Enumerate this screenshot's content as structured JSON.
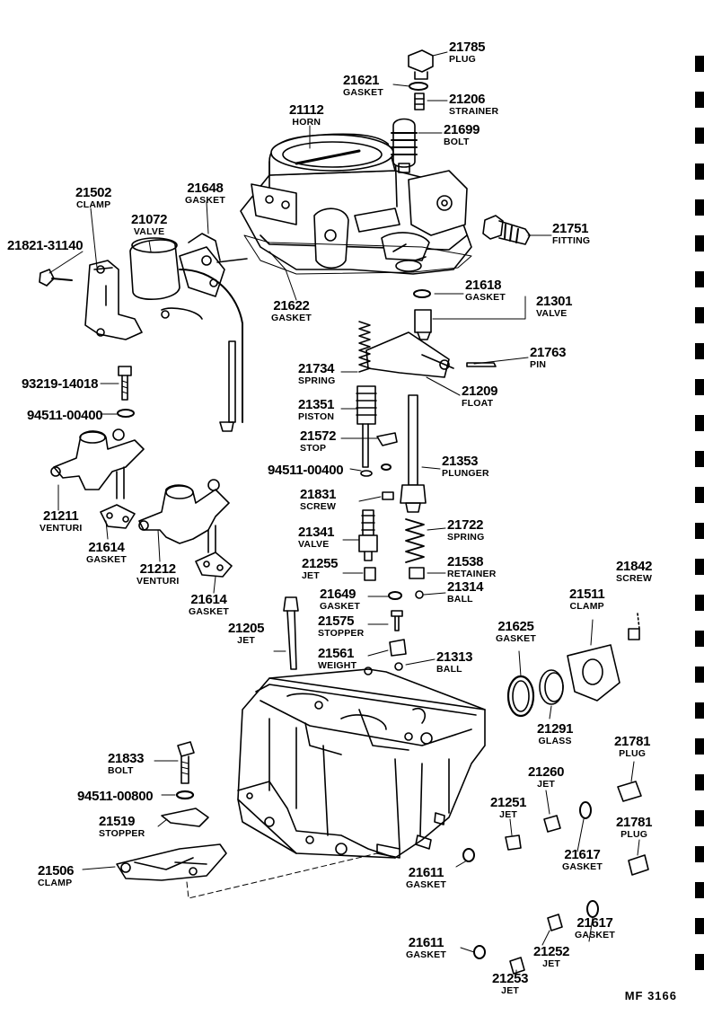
{
  "parts": [
    {
      "num": "21785",
      "name": "PLUG"
    },
    {
      "num": "21621",
      "name": "GASKET"
    },
    {
      "num": "21206",
      "name": "STRAINER"
    },
    {
      "num": "21112",
      "name": "HORN"
    },
    {
      "num": "21699",
      "name": "BOLT"
    },
    {
      "num": "21502",
      "name": "CLAMP"
    },
    {
      "num": "21648",
      "name": "GASKET"
    },
    {
      "num": "21072",
      "name": "VALVE"
    },
    {
      "num": "21821-31140",
      "name": ""
    },
    {
      "num": "21751",
      "name": "FITTING"
    },
    {
      "num": "21622",
      "name": "GASKET"
    },
    {
      "num": "21618",
      "name": "GASKET"
    },
    {
      "num": "21301",
      "name": "VALVE"
    },
    {
      "num": "21763",
      "name": "PIN"
    },
    {
      "num": "93219-14018",
      "name": ""
    },
    {
      "num": "21734",
      "name": "SPRING"
    },
    {
      "num": "21209",
      "name": "FLOAT"
    },
    {
      "num": "94511-00400",
      "name": ""
    },
    {
      "num": "21351",
      "name": "PISTON"
    },
    {
      "num": "21572",
      "name": "STOP"
    },
    {
      "num": "94511-00400",
      "name": ""
    },
    {
      "num": "21353",
      "name": "PLUNGER"
    },
    {
      "num": "21211",
      "name": "VENTURI"
    },
    {
      "num": "21831",
      "name": "SCREW"
    },
    {
      "num": "21722",
      "name": "SPRING"
    },
    {
      "num": "21614",
      "name": "GASKET"
    },
    {
      "num": "21341",
      "name": "VALVE"
    },
    {
      "num": "21212",
      "name": "VENTURI"
    },
    {
      "num": "21538",
      "name": "RETAINER"
    },
    {
      "num": "21255",
      "name": "JET"
    },
    {
      "num": "21842",
      "name": "SCREW"
    },
    {
      "num": "21614",
      "name": "GASKET"
    },
    {
      "num": "21649",
      "name": "GASKET"
    },
    {
      "num": "21314",
      "name": "BALL"
    },
    {
      "num": "21511",
      "name": "CLAMP"
    },
    {
      "num": "21205",
      "name": "JET"
    },
    {
      "num": "21575",
      "name": "STOPPER"
    },
    {
      "num": "21625",
      "name": "GASKET"
    },
    {
      "num": "21561",
      "name": "WEIGHT"
    },
    {
      "num": "21313",
      "name": "BALL"
    },
    {
      "num": "21291",
      "name": "GLASS"
    },
    {
      "num": "21833",
      "name": "BOLT"
    },
    {
      "num": "21781",
      "name": "PLUG"
    },
    {
      "num": "21260",
      "name": "JET"
    },
    {
      "num": "94511-00800",
      "name": ""
    },
    {
      "num": "21251",
      "name": "JET"
    },
    {
      "num": "21519",
      "name": "STOPPER"
    },
    {
      "num": "21781",
      "name": "PLUG"
    },
    {
      "num": "21617",
      "name": "GASKET"
    },
    {
      "num": "21506",
      "name": "CLAMP"
    },
    {
      "num": "21611",
      "name": "GASKET"
    },
    {
      "num": "21617",
      "name": "GASKET"
    },
    {
      "num": "21611",
      "name": "GASKET"
    },
    {
      "num": "21252",
      "name": "JET"
    },
    {
      "num": "21253",
      "name": "JET"
    }
  ],
  "drawing_id": "MF  3166",
  "colors": {
    "ink": "#000000",
    "paper": "#ffffff"
  }
}
